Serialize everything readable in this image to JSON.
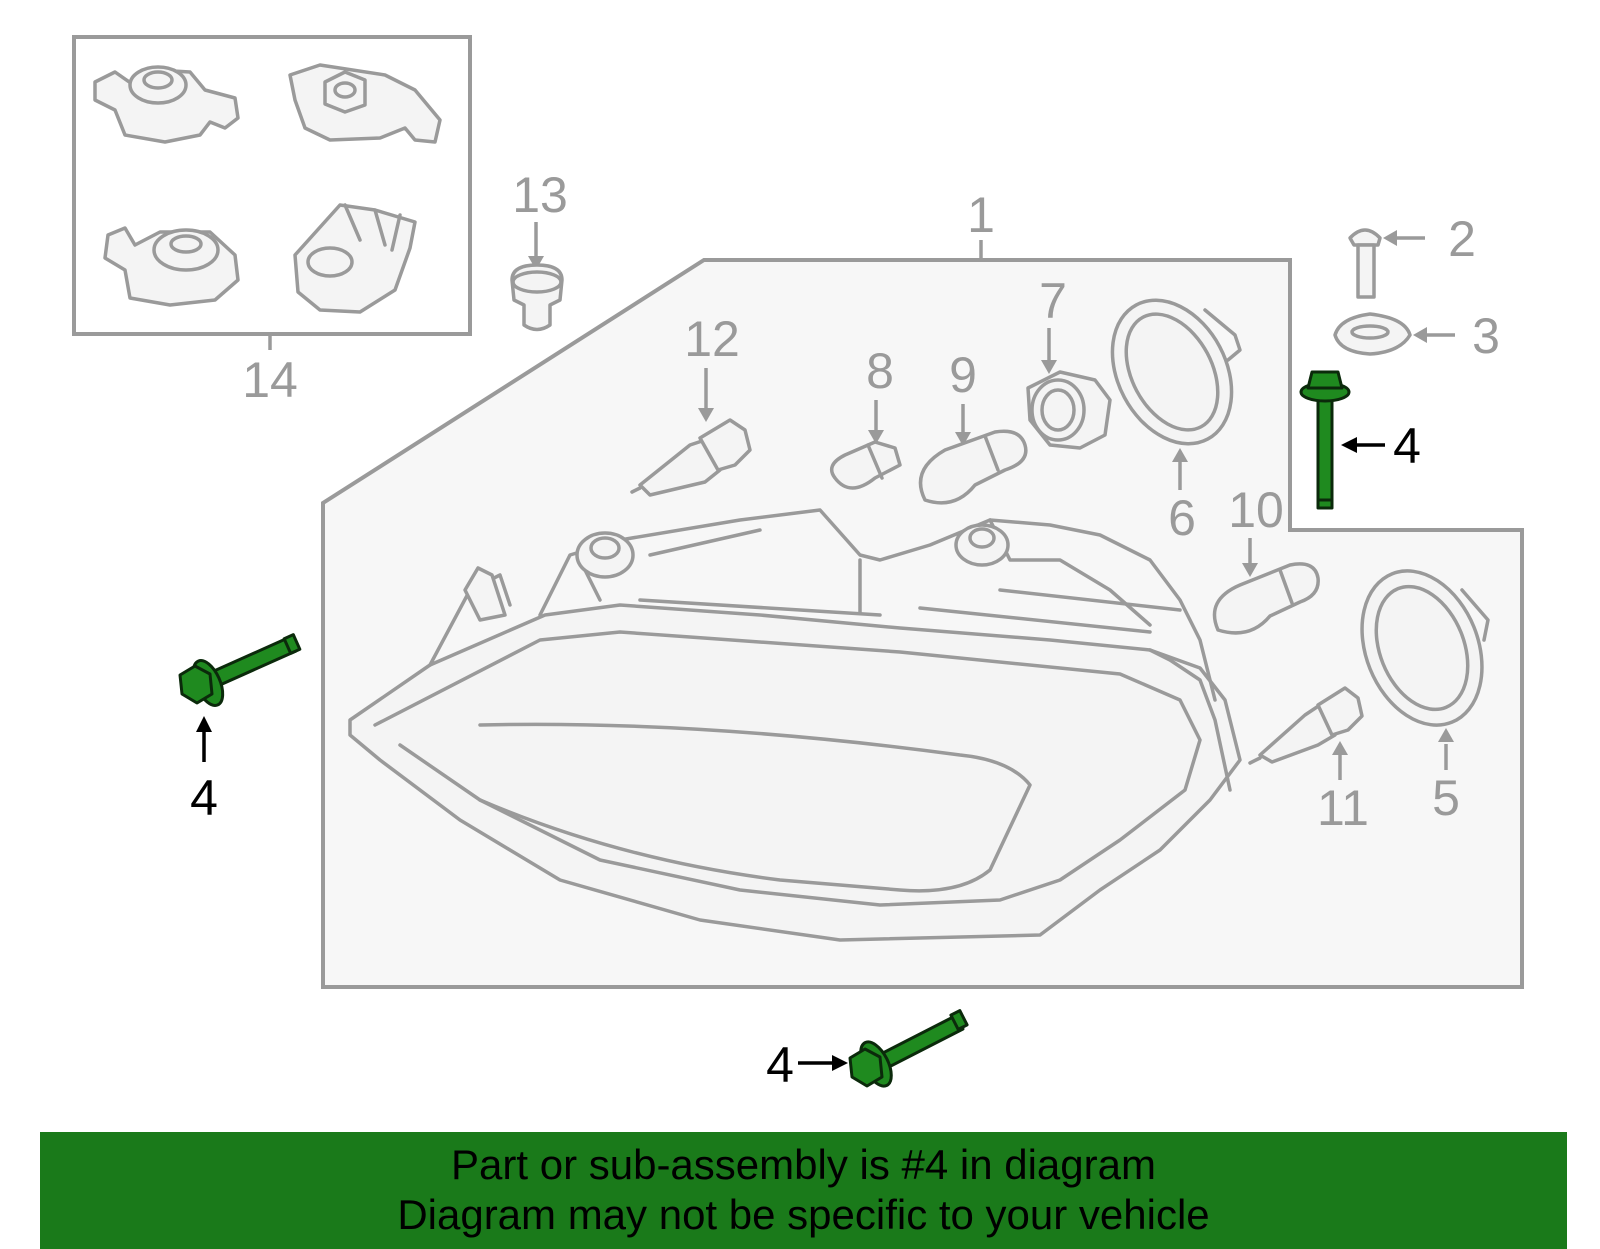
{
  "callouts": {
    "c1": "1",
    "c2": "2",
    "c3": "3",
    "c4a": "4",
    "c4b": "4",
    "c4c": "4",
    "c5": "5",
    "c6": "6",
    "c7": "7",
    "c8": "8",
    "c9": "9",
    "c10": "10",
    "c11": "11",
    "c12": "12",
    "c13": "13",
    "c14": "14"
  },
  "highlight": {
    "part_number": "4",
    "color": "#1f8a1f"
  },
  "colors": {
    "outline": "#9a9a9a",
    "panel_fill": "#f7f7f7",
    "banner": "#1a7a1a"
  },
  "banner": {
    "line1": "Part or sub-assembly is #4 in diagram",
    "line2": "Diagram may not be specific to your vehicle"
  }
}
